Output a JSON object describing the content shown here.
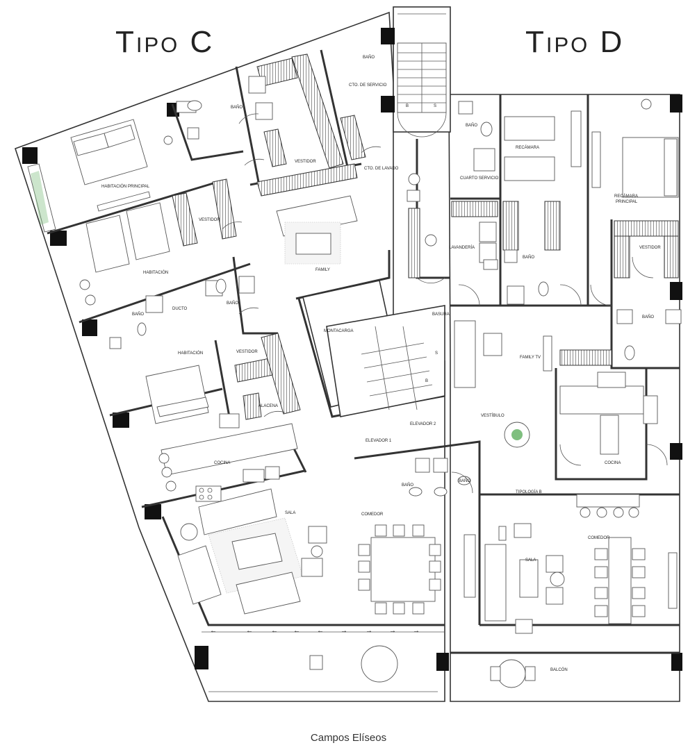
{
  "titles": {
    "left": "Tipo C",
    "right": "Tipo D"
  },
  "caption": "Campos Elíseos",
  "rooms": {
    "bano_top": "BAÑO",
    "cto_servicio_top": "CTO. DE SERVICIO",
    "bano_principal_c": "BAÑO",
    "vestidor_c": "VESTIDOR",
    "habitacion_principal": "HABITACIÓN PRINCIPAL",
    "cto_lavado": "CTO. DE LAVADO",
    "vestidor_c2": "VESTIDOR",
    "habitacion_1": "HABITACIÓN",
    "family_c": "FAMILY",
    "bano_c2": "BAÑO",
    "ducto": "DUCTO",
    "bano_c3": "BAÑO",
    "habitacion_2": "HABITACIÓN",
    "vestidor_c3": "VESTIDOR",
    "alacena": "ALACENA",
    "montacarga": "MONTACARGA",
    "elevador_1": "ELEVADOR 1",
    "elevador_2": "ELEVADOR 2",
    "cocina_c": "COCINA",
    "sala_c": "SALA",
    "comedor_c": "COMEDOR",
    "bano_c4": "BAÑO",
    "bano_c5": "BAÑO",
    "bano_d_serv": "BAÑO",
    "recamara": "RECÁMARA",
    "cuarto_servicio_d": "CUARTO SERVICIO",
    "recamara_principal_1": "RECÁMARA",
    "recamara_principal_2": "PRINCIPAL",
    "lavanderia": "LAVANDERÍA",
    "bano_d2": "BAÑO",
    "vestidor_d": "VESTIDOR",
    "bano_d3": "BAÑO",
    "basura": "BASURA",
    "family_tv": "FAMILY TV",
    "vestibulo": "VESTÍBULO",
    "tipologia_b": "TIPOLOGÍA B",
    "cocina_d": "COCINA",
    "comedor_d": "COMEDOR",
    "sala_d": "SALA",
    "balcon": "BALCÓN",
    "stair_b": "B",
    "stair_s": "S",
    "stair_s2": "S",
    "stair_b2": "B"
  }
}
